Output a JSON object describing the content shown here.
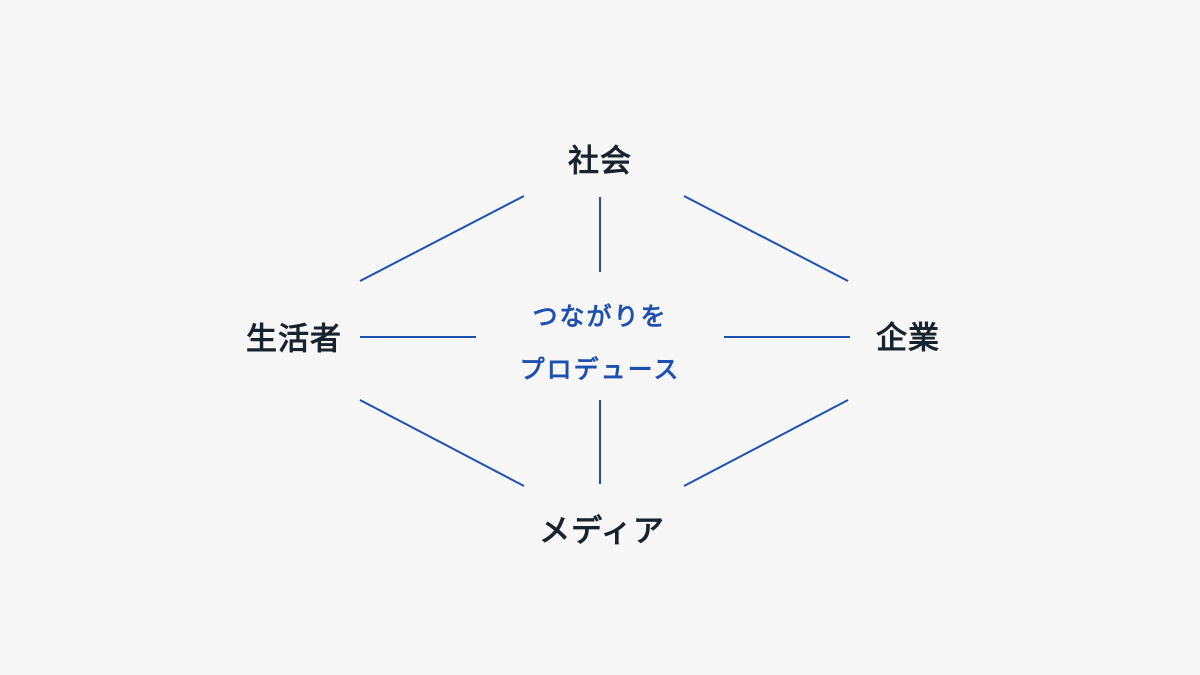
{
  "nodes": {
    "top": "社会",
    "left": "生活者",
    "right": "企業",
    "bottom": "メディア"
  },
  "center": {
    "line1": "つながりを",
    "line2": "プロデュース"
  },
  "colors": {
    "line": "#1f4faf",
    "node_text": "#17232d",
    "center_text": "#1f4faf",
    "background": "#f7f7f8"
  }
}
